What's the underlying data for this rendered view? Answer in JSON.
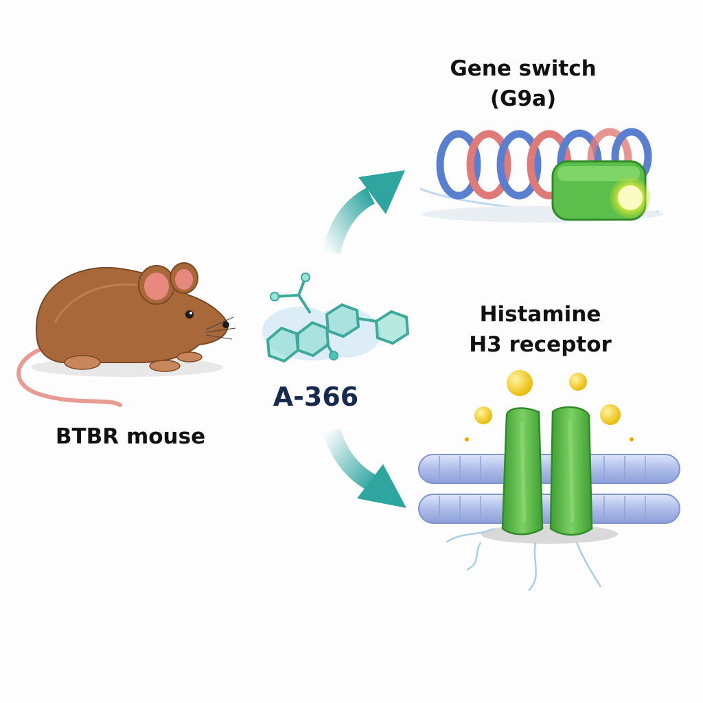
{
  "nodes": {
    "mouse": {
      "label": "BTBR mouse"
    },
    "drug": {
      "label": "A-366"
    },
    "gene_switch": {
      "line1": "Gene switch",
      "line2": "(G9a)"
    },
    "receptor": {
      "line1": "Histamine",
      "line2": "H3 receptor"
    }
  },
  "colors": {
    "arrow": "#2fa5a0",
    "mouse_fur": "#a8683a",
    "mouse_ear": "#e8897f",
    "molecule": "#4fc4b6",
    "dna_blue": "#5b7fd0",
    "dna_red": "#e07a78",
    "switch_green": "#5cbf4b",
    "membrane": "#aebde9",
    "receptor_green": "#59b842",
    "ligand": "#f4c80f",
    "label_dark": "#16294f"
  },
  "icons": [
    "mouse-icon",
    "molecule-icon",
    "dna-helix-icon",
    "gene-switch-icon",
    "membrane-icon",
    "receptor-icon",
    "ligand-icon"
  ]
}
